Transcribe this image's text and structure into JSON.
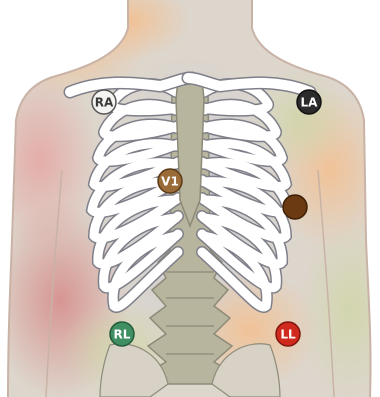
{
  "diagram": {
    "electrodes": {
      "ra": {
        "label": "RA",
        "fill": "#f4f4f2",
        "text_color": "#3a3a3a"
      },
      "la": {
        "label": "LA",
        "fill": "#2b2b2b",
        "text_color": "#ffffff"
      },
      "v1": {
        "label": "V1",
        "fill": "#9a6b36",
        "text_color": "#ffffff"
      },
      "v4": {
        "label": "",
        "fill": "#6b3a12",
        "text_color": "#ffffff"
      },
      "rl": {
        "label": "RL",
        "fill": "#3f8f62",
        "text_color": "#ffffff"
      },
      "ll": {
        "label": "LL",
        "fill": "#d02a1e",
        "text_color": "#ffffff"
      }
    },
    "colors": {
      "skin_outline": "#c9b3a6",
      "bone": "#ffffff",
      "bone_outline": "#7f7f8a",
      "spine": "#b7b59e"
    }
  }
}
